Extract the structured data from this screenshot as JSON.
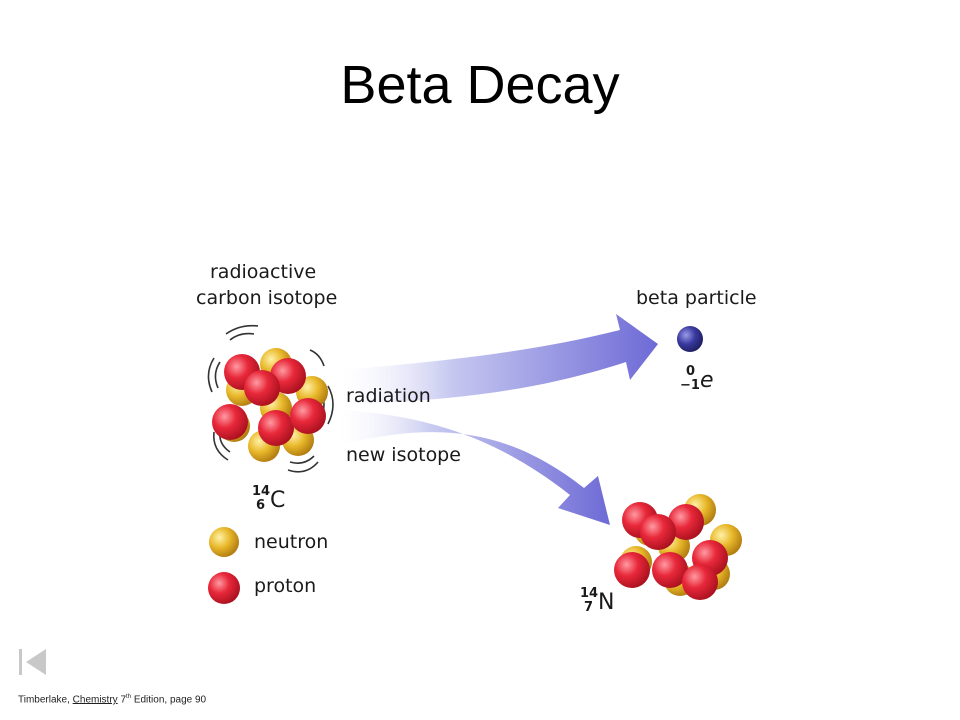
{
  "slide": {
    "title": "Beta Decay"
  },
  "diagram": {
    "label_radioactive_line1": "radioactive",
    "label_radioactive_line2": "carbon isotope",
    "label_radiation": "radiation",
    "label_new_isotope": "new isotope",
    "label_beta_particle": "beta particle",
    "label_neutron": "neutron",
    "label_proton": "proton",
    "carbon": {
      "mass": "14",
      "number": "6",
      "symbol": "C"
    },
    "nitrogen": {
      "mass": "14",
      "number": "7",
      "symbol": "N"
    },
    "electron": {
      "mass": "0",
      "number": "−1",
      "symbol": "e"
    },
    "colors": {
      "proton": "#e8283a",
      "neutron": "#e8b82a",
      "beta_particle": "#3a3aa0",
      "arrow": "#7d7ad8"
    }
  },
  "nav": {
    "first_icon": "first-slide-icon"
  },
  "citation": {
    "author": "Timberlake,",
    "book": "Chemistry",
    "edition_num": "7",
    "edition_sup": "th",
    "edition_rest": "Edition, page 90"
  }
}
